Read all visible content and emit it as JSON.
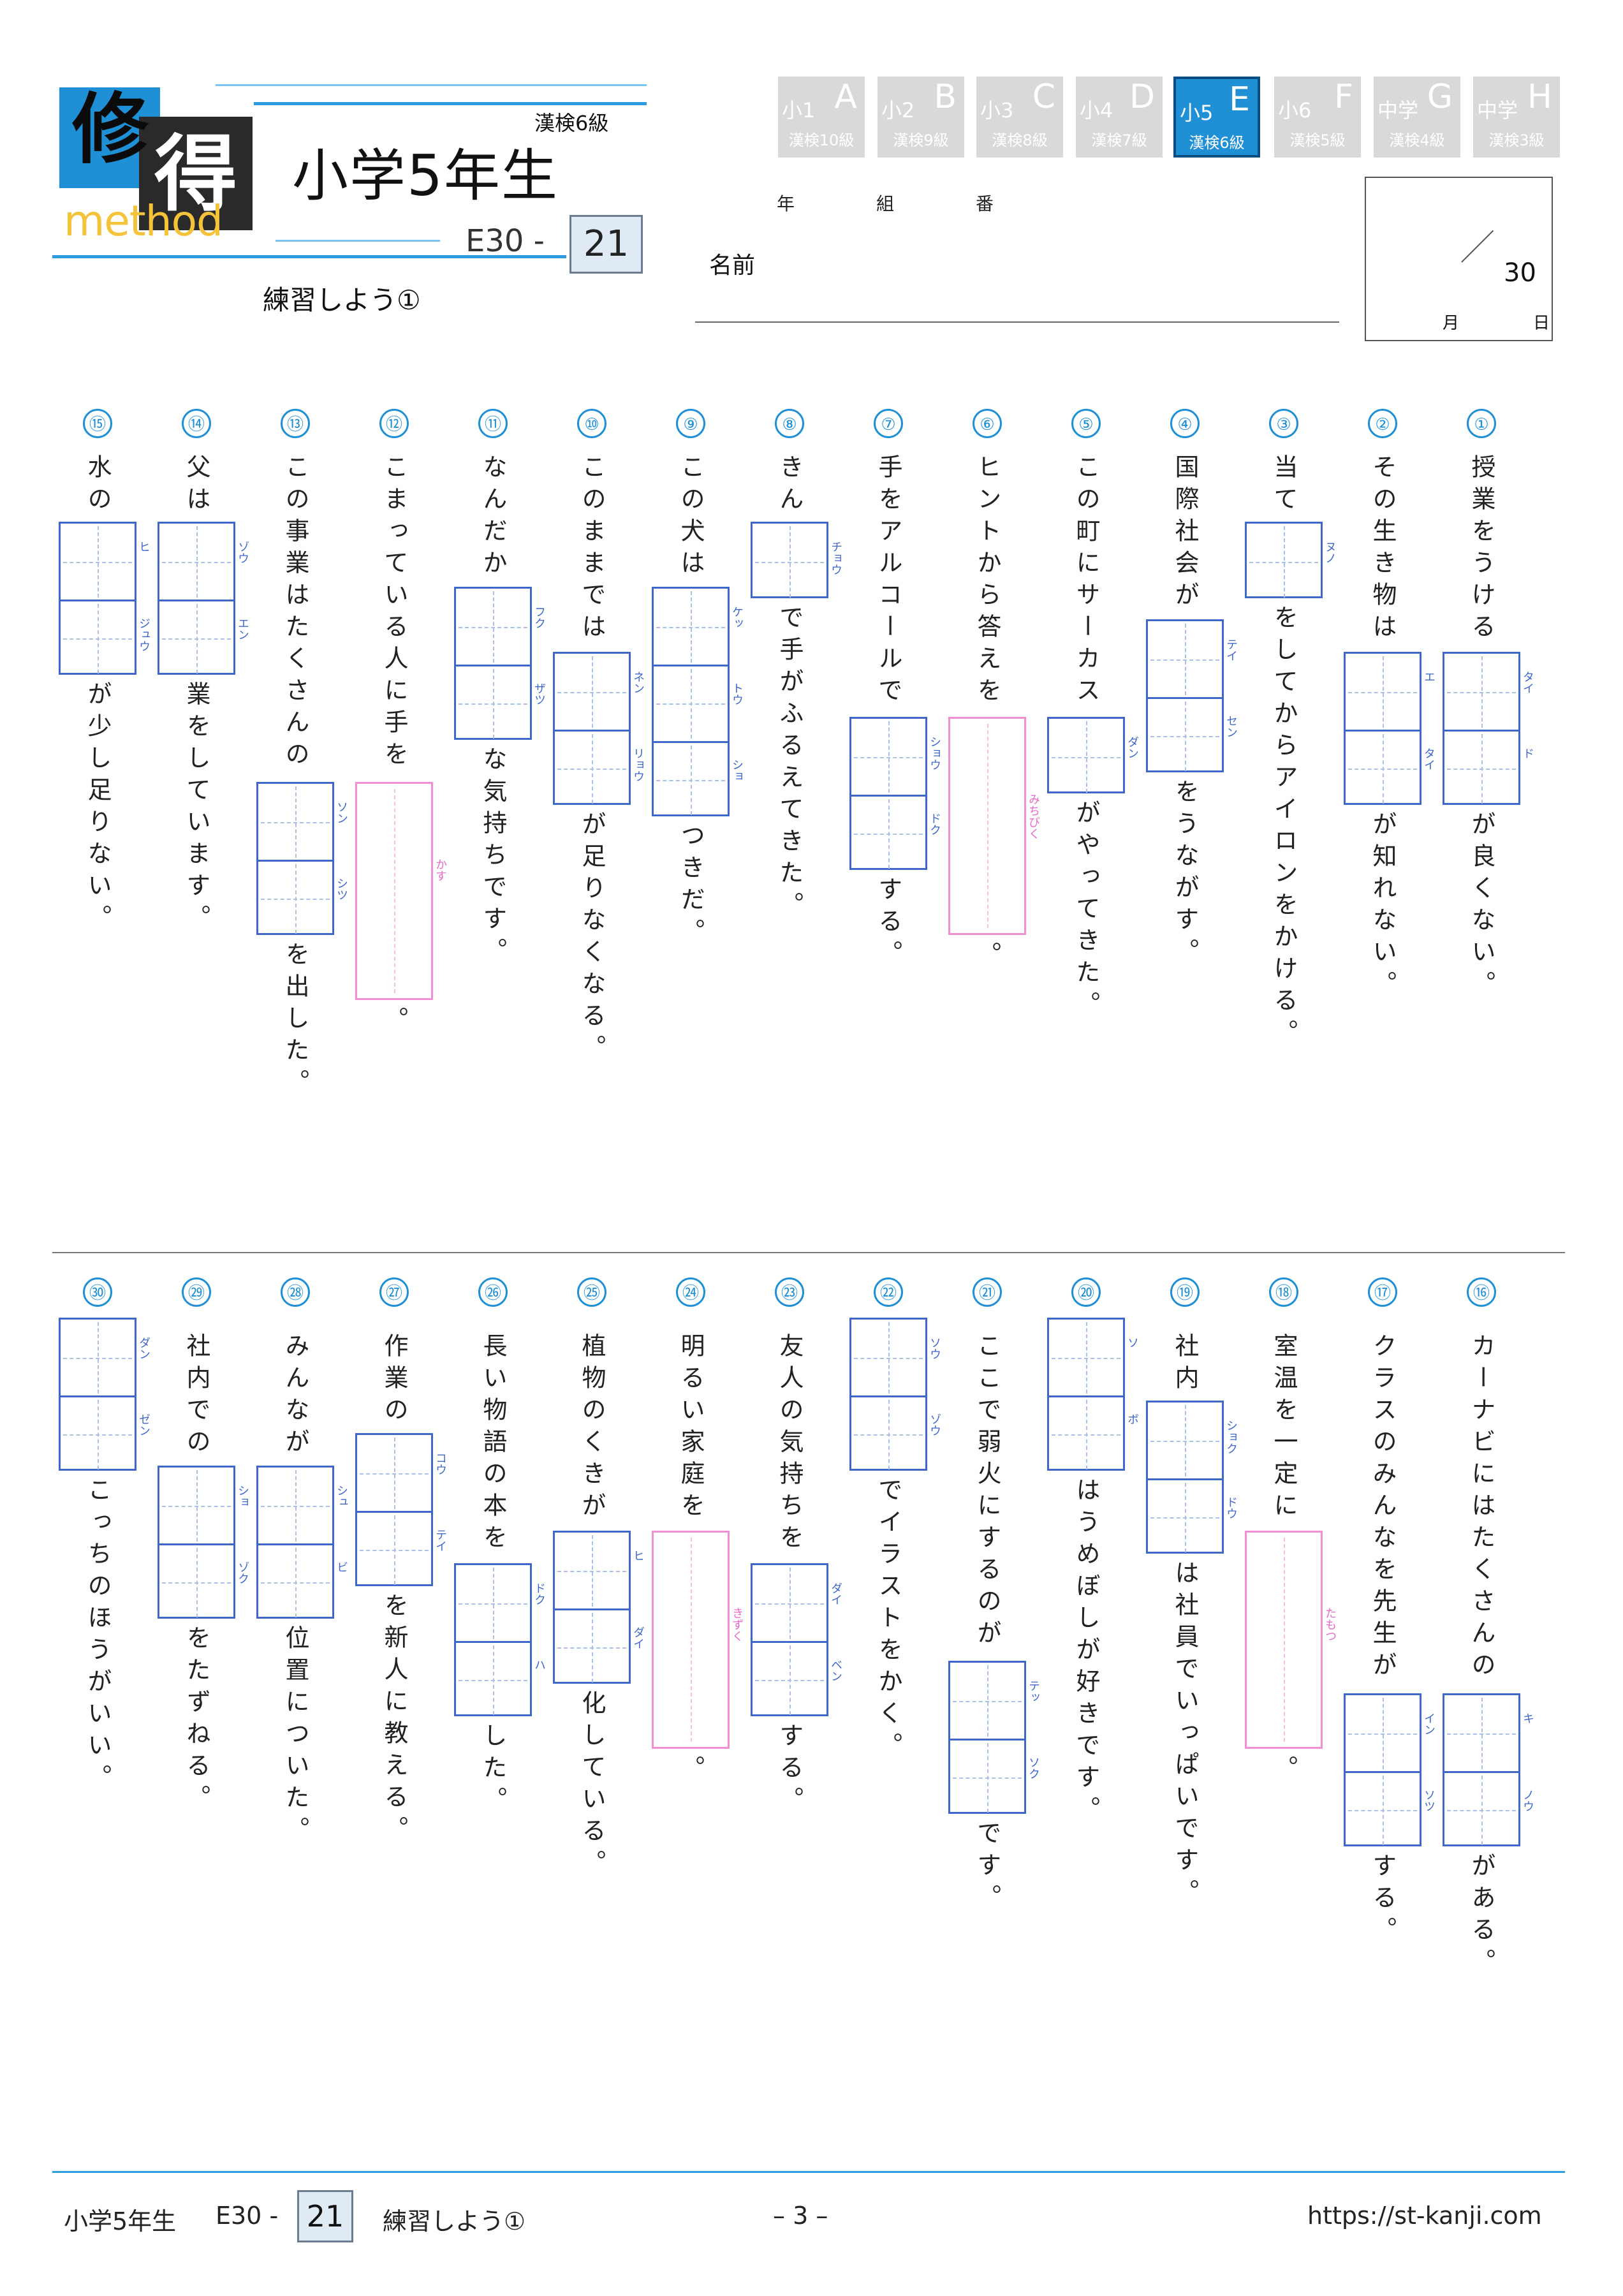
{
  "header": {
    "logo_kanji_1": "修",
    "logo_kanji_2": "得",
    "logo_word": "method",
    "grade_title": "小学5年生",
    "kanken_level": "漢検6級",
    "code_prefix": "E30 -",
    "code_number": "21",
    "subtitle": "練習しよう①",
    "levels": [
      {
        "top": "小1",
        "letter": "A",
        "bottom": "漢検10級",
        "active": false
      },
      {
        "top": "小2",
        "letter": "B",
        "bottom": "漢検9級",
        "active": false
      },
      {
        "top": "小3",
        "letter": "C",
        "bottom": "漢検8級",
        "active": false
      },
      {
        "top": "小4",
        "letter": "D",
        "bottom": "漢検7級",
        "active": false
      },
      {
        "top": "小5",
        "letter": "E",
        "bottom": "漢検6級",
        "active": true
      },
      {
        "top": "小6",
        "letter": "F",
        "bottom": "漢検5級",
        "active": false
      },
      {
        "top": "中学",
        "letter": "G",
        "bottom": "漢検4級",
        "active": false
      },
      {
        "top": "中学",
        "letter": "H",
        "bottom": "漢検3級",
        "active": false
      }
    ],
    "year_label": "年",
    "class_label": "組",
    "number_label": "番",
    "name_label": "名前",
    "score_total": "30",
    "month_label": "月",
    "day_label": "日"
  },
  "colors": {
    "accent": "#1f8fd6",
    "box_border": "#3f66c9",
    "pink_box": "#f28fd4",
    "logo_yellow": "#f4c33a"
  },
  "questions": [
    {
      "num": "①",
      "before": "授業をうける",
      "box": {
        "type": "blue",
        "cells": 2,
        "furi": [
          "タイ",
          "ド"
        ]
      },
      "after": "が良くない。"
    },
    {
      "num": "②",
      "before": "その生き物は",
      "box": {
        "type": "blue",
        "cells": 2,
        "furi": [
          "エ",
          "タイ"
        ]
      },
      "after": "が知れない。"
    },
    {
      "num": "③",
      "before": "当て",
      "box": {
        "type": "blue",
        "cells": 1,
        "furi": [
          "ヌノ"
        ]
      },
      "after": "をしてからアイロンをかける。"
    },
    {
      "num": "④",
      "before": "国際社会が",
      "box": {
        "type": "blue",
        "cells": 2,
        "furi": [
          "テイ",
          "セン"
        ]
      },
      "after": "をうながす。"
    },
    {
      "num": "⑤",
      "before": "この町にサーカス",
      "box": {
        "type": "blue",
        "cells": 1,
        "furi": [
          "ダン"
        ]
      },
      "after": "がやってきた。"
    },
    {
      "num": "⑥",
      "before": "ヒントから答えを",
      "box": {
        "type": "pink",
        "cells": 1,
        "furi": [
          "みちびく"
        ]
      },
      "after": "。"
    },
    {
      "num": "⑦",
      "before": "手をアルコールで",
      "box": {
        "type": "blue",
        "cells": 2,
        "furi": [
          "ショウ",
          "ドク"
        ]
      },
      "after": "する。"
    },
    {
      "num": "⑧",
      "before": "きん",
      "box": {
        "type": "blue",
        "cells": 1,
        "furi": [
          "チョウ"
        ]
      },
      "after": "で手がふるえてきた。"
    },
    {
      "num": "⑨",
      "before": "この犬は",
      "box": {
        "type": "blue",
        "cells": 3,
        "furi": [
          "ケッ",
          "トウ",
          "ショ"
        ]
      },
      "after": "つきだ。"
    },
    {
      "num": "⑩",
      "before": "このままでは",
      "box": {
        "type": "blue",
        "cells": 2,
        "furi": [
          "ネン",
          "リョウ"
        ]
      },
      "after": "が足りなくなる。"
    },
    {
      "num": "⑪",
      "before": "なんだか",
      "box": {
        "type": "blue",
        "cells": 2,
        "furi": [
          "フク",
          "ザツ"
        ]
      },
      "after": "な気持ちです。"
    },
    {
      "num": "⑫",
      "before": "こまっている人に手を",
      "box": {
        "type": "pink",
        "cells": 1,
        "furi": [
          "かす"
        ]
      },
      "after": "。"
    },
    {
      "num": "⑬",
      "before": "この事業はたくさんの",
      "box": {
        "type": "blue",
        "cells": 2,
        "furi": [
          "ソン",
          "シツ"
        ]
      },
      "after": "を出した。"
    },
    {
      "num": "⑭",
      "before": "父は",
      "box": {
        "type": "blue",
        "cells": 2,
        "furi": [
          "ゾウ",
          "エン"
        ]
      },
      "after": "業をしています。"
    },
    {
      "num": "⑮",
      "before": "水の",
      "box": {
        "type": "blue",
        "cells": 2,
        "furi": [
          "ヒ",
          "ジュウ"
        ]
      },
      "after": "が少し足りない。"
    },
    {
      "num": "⑯",
      "before": "カーナビにはたくさんの",
      "box": {
        "type": "blue",
        "cells": 2,
        "furi": [
          "キ",
          "ノウ"
        ]
      },
      "after": "がある。"
    },
    {
      "num": "⑰",
      "before": "クラスのみんなを先生が",
      "box": {
        "type": "blue",
        "cells": 2,
        "furi": [
          "イン",
          "ソツ"
        ]
      },
      "after": "する。"
    },
    {
      "num": "⑱",
      "before": "室温を一定に",
      "box": {
        "type": "pink",
        "cells": 1,
        "furi": [
          "たもつ"
        ]
      },
      "after": "。"
    },
    {
      "num": "⑲",
      "before": "社内",
      "box": {
        "type": "blue",
        "cells": 2,
        "furi": [
          "ショク",
          "ドウ"
        ]
      },
      "after": "は社員でいっぱいです。"
    },
    {
      "num": "⑳",
      "before": "",
      "box": {
        "type": "blue",
        "cells": 2,
        "furi": [
          "ソ",
          "ボ"
        ]
      },
      "after": "はうめぼしが好きです。"
    },
    {
      "num": "㉑",
      "before": "ここで弱火にするのが",
      "box": {
        "type": "blue",
        "cells": 2,
        "furi": [
          "テッ",
          "ソク"
        ]
      },
      "after": "です。"
    },
    {
      "num": "㉒",
      "before": "",
      "box": {
        "type": "blue",
        "cells": 2,
        "furi": [
          "ソウ",
          "ゾウ"
        ]
      },
      "after": "でイラストをかく。"
    },
    {
      "num": "㉓",
      "before": "友人の気持ちを",
      "box": {
        "type": "blue",
        "cells": 2,
        "furi": [
          "ダイ",
          "ベン"
        ]
      },
      "after": "する。"
    },
    {
      "num": "㉔",
      "before": "明るい家庭を",
      "box": {
        "type": "pink",
        "cells": 1,
        "furi": [
          "きずく"
        ]
      },
      "after": "。"
    },
    {
      "num": "㉕",
      "before": "植物のくきが",
      "box": {
        "type": "blue",
        "cells": 2,
        "furi": [
          "ヒ",
          "ダイ"
        ]
      },
      "after": "化している。"
    },
    {
      "num": "㉖",
      "before": "長い物語の本を",
      "box": {
        "type": "blue",
        "cells": 2,
        "furi": [
          "ドク",
          "ハ"
        ]
      },
      "after": "した。"
    },
    {
      "num": "㉗",
      "before": "作業の",
      "box": {
        "type": "blue",
        "cells": 2,
        "furi": [
          "コウ",
          "テイ"
        ]
      },
      "after": "を新人に教える。"
    },
    {
      "num": "㉘",
      "before": "みんなが",
      "box": {
        "type": "blue",
        "cells": 2,
        "furi": [
          "シュ",
          "ビ"
        ]
      },
      "after": "位置についた。"
    },
    {
      "num": "㉙",
      "before": "社内での",
      "box": {
        "type": "blue",
        "cells": 2,
        "furi": [
          "ショ",
          "ゾク"
        ]
      },
      "after": "をたずねる。"
    },
    {
      "num": "㉚",
      "before": "",
      "box": {
        "type": "blue",
        "cells": 2,
        "furi": [
          "ダン",
          "ゼン"
        ]
      },
      "after": "こっちのほうがいい。"
    }
  ],
  "footer": {
    "grade": "小学5年生",
    "code_prefix": "E30 -",
    "code_number": "21",
    "subtitle": "練習しよう①",
    "page": "– 3 –",
    "url": "https://st-kanji.com"
  }
}
